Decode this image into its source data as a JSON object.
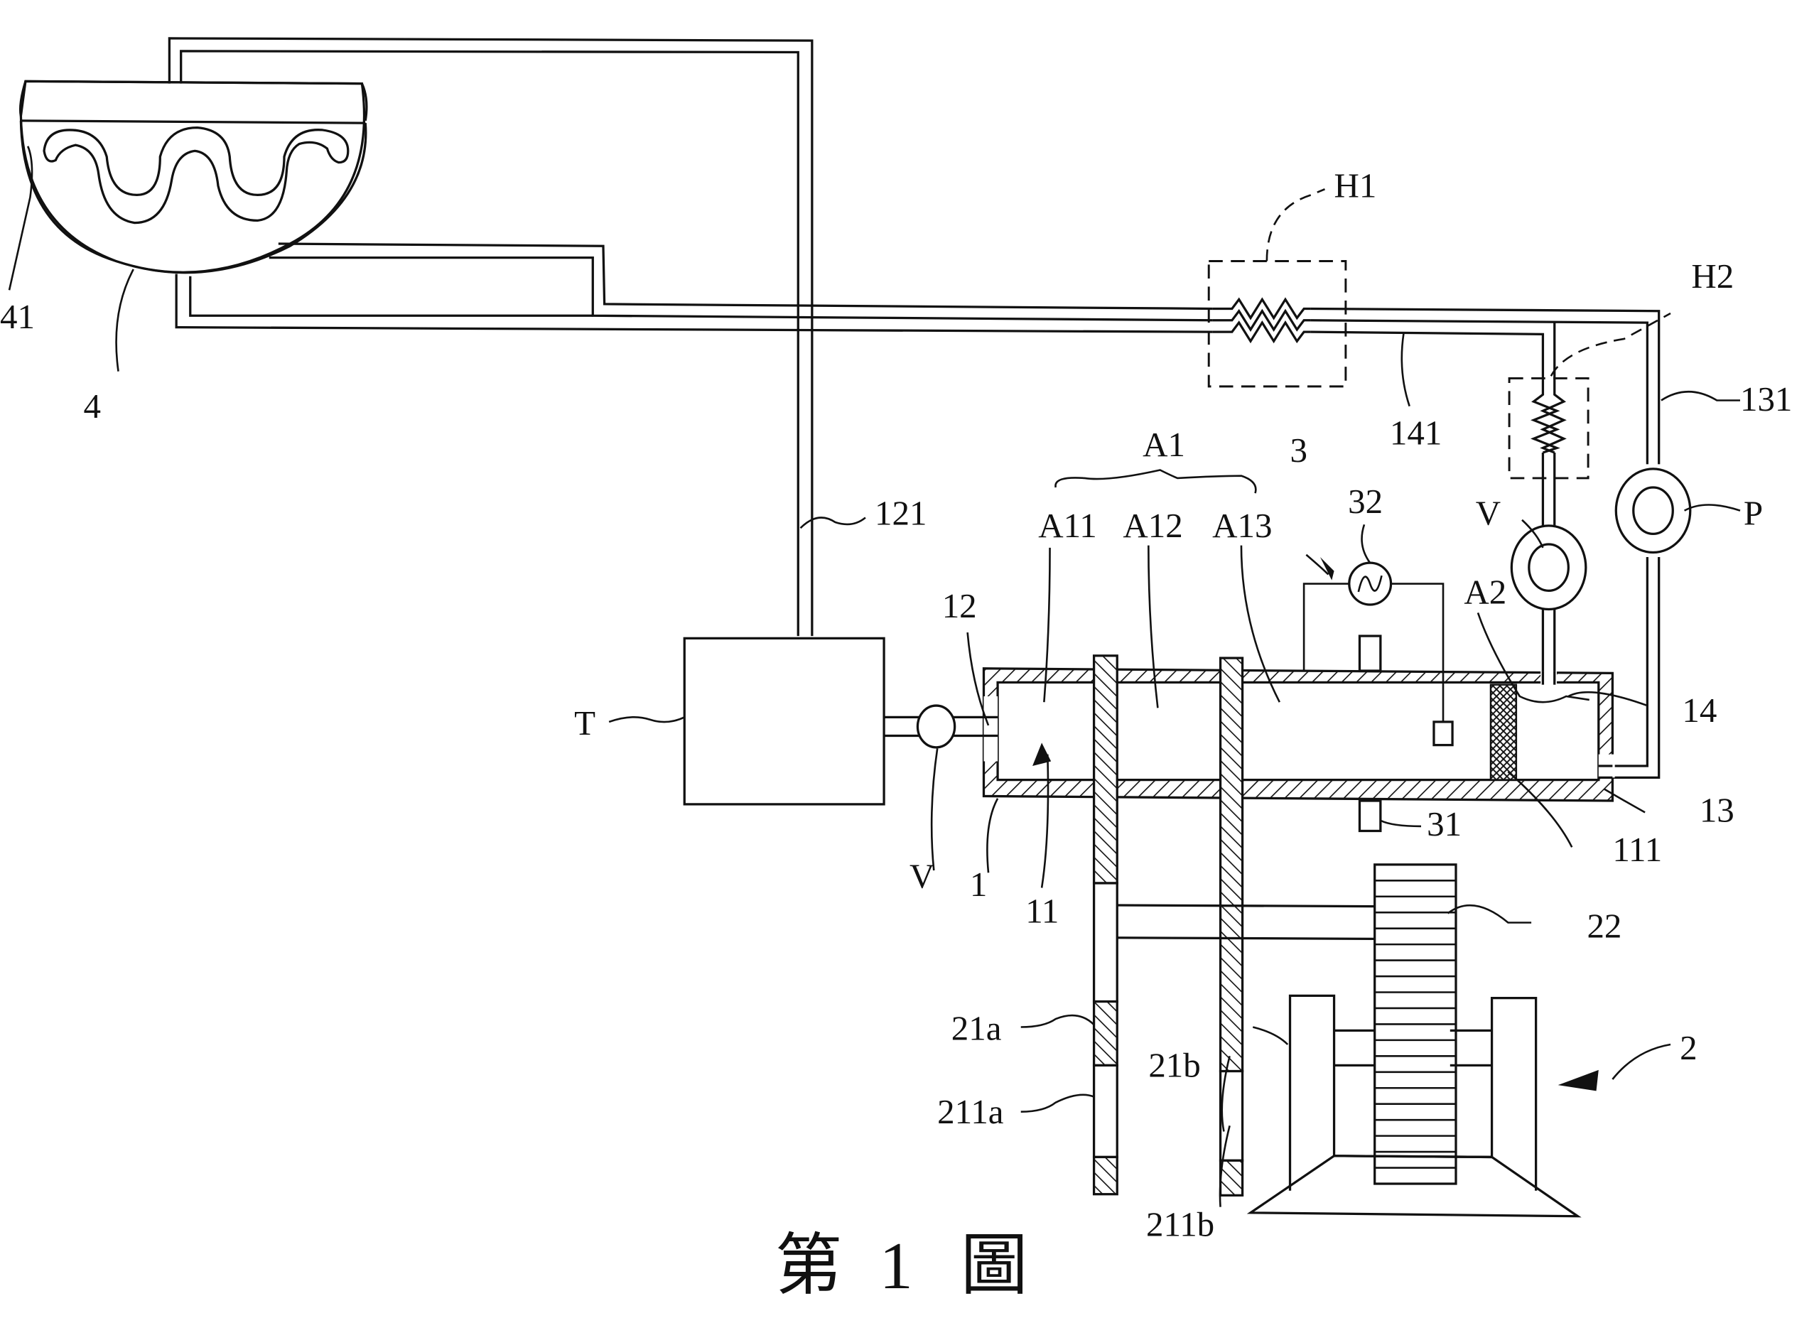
{
  "figure": {
    "title": "第 1 圖",
    "title_parts": [
      "第",
      "1",
      "圖"
    ]
  },
  "labels": {
    "bowl": "4",
    "bowl_coil": "41",
    "heater_h1": "H1",
    "heater_h2": "H2",
    "pipe_141": "141",
    "pipe_131": "131",
    "pipe_121": "121",
    "pump": "P",
    "valve_upper": "V",
    "valve_lower": "V",
    "group_a1": "A1",
    "chamber_a11": "A11",
    "chamber_a12": "A12",
    "chamber_a13": "A13",
    "chamber_a2": "A2",
    "system_3": "3",
    "source_32": "32",
    "sensor_31": "31",
    "port_12": "12",
    "port_14": "14",
    "port_13": "13",
    "piston_111": "111",
    "tank": "T",
    "cylinder_1": "1",
    "chamber_11": "11",
    "gear_22": "22",
    "assembly_2": "2",
    "plate_21a": "21a",
    "plate_21b": "21b",
    "hole_211a": "211a",
    "hole_211b": "211b"
  },
  "icons": {
    "ac_source": "ac-sine-icon",
    "pump": "pump-icon",
    "valve": "valve-icon"
  },
  "colors": {
    "ink": "#111111",
    "paper": "#ffffff"
  }
}
